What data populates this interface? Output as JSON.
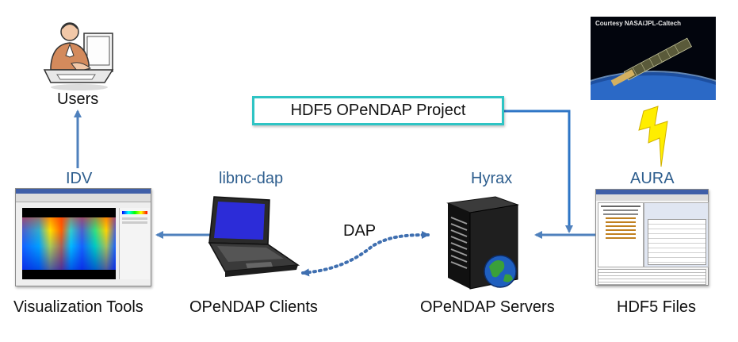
{
  "users": {
    "label": "Users"
  },
  "idv": {
    "label": "IDV"
  },
  "viz_tools": {
    "label": "Visualization Tools"
  },
  "libnc": {
    "label": "libnc-dap"
  },
  "clients": {
    "label": "OPeNDAP Clients"
  },
  "dap": {
    "label": "DAP"
  },
  "hyrax": {
    "label": "Hyrax"
  },
  "servers": {
    "label": "OPeNDAP Servers"
  },
  "aura": {
    "label": "AURA"
  },
  "hdf5_files": {
    "label": "HDF5 Files"
  },
  "project": {
    "label": "HDF5 OPeNDAP Project"
  },
  "satellite": {
    "credit": "Courtesy NASA/JPL-Caltech"
  },
  "colors": {
    "arrow": "#4f81bd",
    "project_border": "#2ec4c4",
    "lightning": "#ffee00"
  }
}
